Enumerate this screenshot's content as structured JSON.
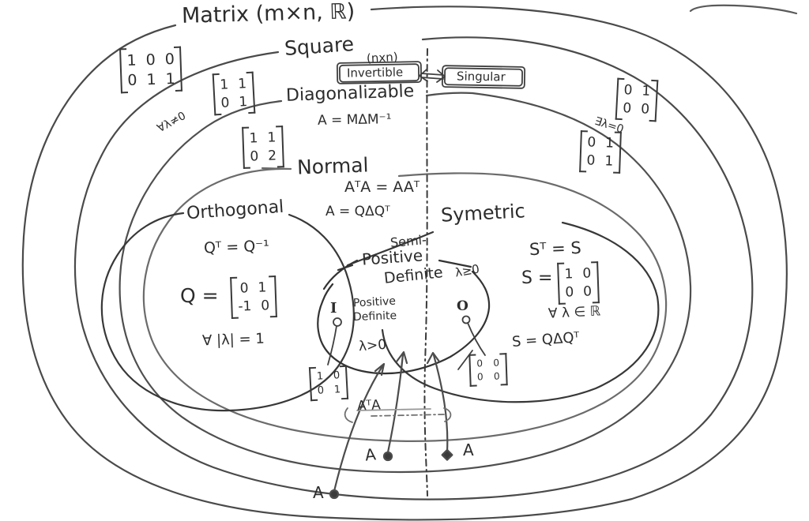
{
  "diagram": {
    "title": "Matrix (m×n, ℝ)",
    "partition": {
      "invertible": "Invertible",
      "singular": "Singular"
    },
    "sets": {
      "square": {
        "label": "Square",
        "size": "(nxn)"
      },
      "diagonalizable": {
        "label": "Diagonalizable",
        "formula": "A = MΔM⁻¹"
      },
      "normal": {
        "label": "Normal",
        "formula1": "AᵀA = AAᵀ",
        "formula2": "A = QΔQᵀ"
      },
      "orthogonal": {
        "label": "Orthogonal",
        "formula1": "Qᵀ = Q⁻¹",
        "example_prefix": "Q =",
        "eigen_note": "∀ |λ| = 1"
      },
      "symmetric": {
        "label": "Symetric",
        "formula1": "Sᵀ = S",
        "example_prefix": "S =",
        "eigen_note": "∀ λ ∈ ℝ",
        "formula2": "S = QΔQᵀ"
      },
      "semi_positive_definite": {
        "label_line1": "Semi-",
        "label_line2": "Positive",
        "label_line3": "Definite",
        "eigen_note": "λ≥0"
      },
      "positive_definite": {
        "label_line1": "Positive",
        "label_line2": "Definite",
        "eigen_note": "λ>0"
      }
    },
    "annotations": {
      "all_eigen_nonzero": "∀λ≠0",
      "exists_eigen_zero": "∃λ=0",
      "ata_map": "AᵀA",
      "identity_symbol": "I",
      "zero_symbol": "O",
      "a_point_bottom": "A",
      "a_point_mid": "A",
      "a_point_right": "A"
    },
    "examples": {
      "m_rect": [
        [
          "1",
          "0",
          "0"
        ],
        [
          "0",
          "1",
          "1"
        ]
      ],
      "m_jordan": [
        [
          "1",
          "1"
        ],
        [
          "0",
          "1"
        ]
      ],
      "m_diag_upper": [
        [
          "1",
          "1"
        ],
        [
          "0",
          "2"
        ]
      ],
      "m_nilpotent": [
        [
          "0",
          "1"
        ],
        [
          "0",
          "0"
        ]
      ],
      "m_singular_nondiag": [
        [
          "0",
          "1"
        ],
        [
          "0",
          "1"
        ]
      ],
      "m_orthogonal": [
        [
          "0",
          "1"
        ],
        [
          "-1",
          "0"
        ]
      ],
      "m_symmetric": [
        [
          "1",
          "0"
        ],
        [
          "0",
          "0"
        ]
      ],
      "m_identity": [
        [
          "1",
          "0"
        ],
        [
          "0",
          "1"
        ]
      ],
      "m_zero": [
        [
          "0",
          "0"
        ],
        [
          "0",
          "0"
        ]
      ]
    },
    "colors": {
      "ink": "#3a3a3a",
      "ink_light": "#7d7d7d",
      "paper": "#ffffff"
    }
  }
}
